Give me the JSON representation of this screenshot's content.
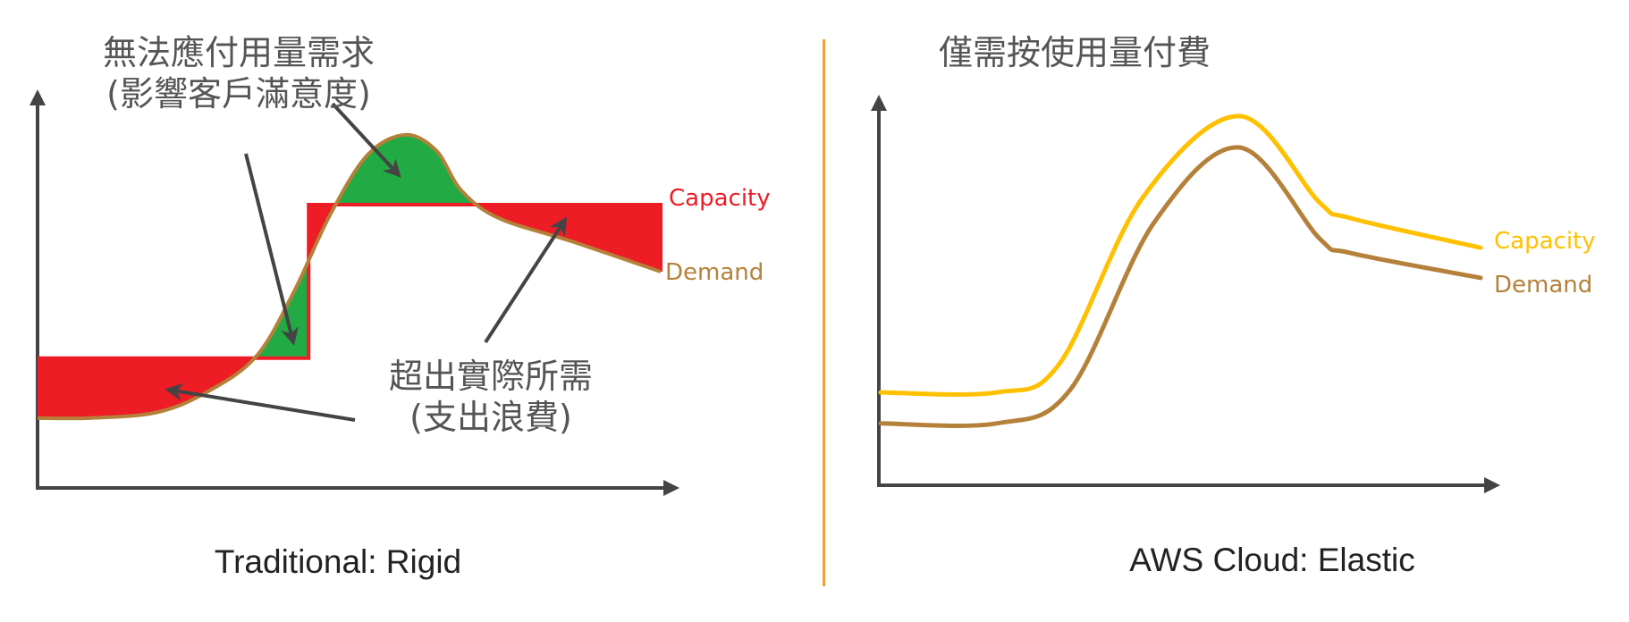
{
  "colors": {
    "capacity_rigid": "#EE1C25",
    "demand": "#B5813A",
    "shortage": "#22AA44",
    "waste": "#EE1C25",
    "capacity_elastic": "#FFC000",
    "divider": "#F5A030",
    "axis": "#444444"
  },
  "left": {
    "annotation_shortage": [
      "無法應付用量需求",
      "(影響客戶滿意度)"
    ],
    "annotation_waste": [
      "超出實際所需",
      "(支出浪費)"
    ],
    "capacity_label": "Capacity",
    "demand_label": "Demand",
    "caption": "Traditional: Rigid"
  },
  "right": {
    "title": "僅需按使用量付費",
    "capacity_label": "Capacity",
    "demand_label": "Demand",
    "caption": "AWS Cloud: Elastic"
  },
  "chart_data": [
    {
      "type": "line",
      "title": "Traditional: Rigid",
      "xlim": [
        0,
        100
      ],
      "ylim": [
        0,
        100
      ],
      "series": [
        {
          "name": "Capacity",
          "points": [
            [
              0,
              32.7
            ],
            [
              43.5,
              32.7
            ],
            [
              43.5,
              71.4
            ],
            [
              100,
              71.4
            ],
            [
              100,
              54.5
            ]
          ]
        },
        {
          "name": "Demand",
          "points": [
            [
              0,
              17.6
            ],
            [
              8.3,
              17.6
            ],
            [
              19,
              19
            ],
            [
              27,
              24
            ],
            [
              35,
              33
            ],
            [
              41,
              49
            ],
            [
              47,
              69
            ],
            [
              53,
              84
            ],
            [
              59,
              89
            ],
            [
              64,
              85
            ],
            [
              68,
              75
            ],
            [
              74,
              68
            ],
            [
              86,
              62
            ],
            [
              100,
              54.5
            ]
          ]
        }
      ]
    },
    {
      "type": "line",
      "title": "AWS Cloud: Elastic",
      "xlim": [
        0,
        100
      ],
      "ylim": [
        0,
        100
      ],
      "series": [
        {
          "name": "Capacity",
          "points": [
            [
              0,
              24
            ],
            [
              19.4,
              24
            ],
            [
              29.8,
              31.4
            ],
            [
              43.7,
              74.4
            ],
            [
              59.8,
              95.4
            ],
            [
              73.2,
              73
            ],
            [
              78.4,
              69
            ],
            [
              100,
              61.4
            ]
          ]
        },
        {
          "name": "Demand",
          "points": [
            [
              0,
              16
            ],
            [
              19.4,
              16
            ],
            [
              31.6,
              24.7
            ],
            [
              45.5,
              67.7
            ],
            [
              59.8,
              87.3
            ],
            [
              73.2,
              63.7
            ],
            [
              78.4,
              60
            ],
            [
              100,
              53.6
            ]
          ]
        }
      ]
    }
  ]
}
